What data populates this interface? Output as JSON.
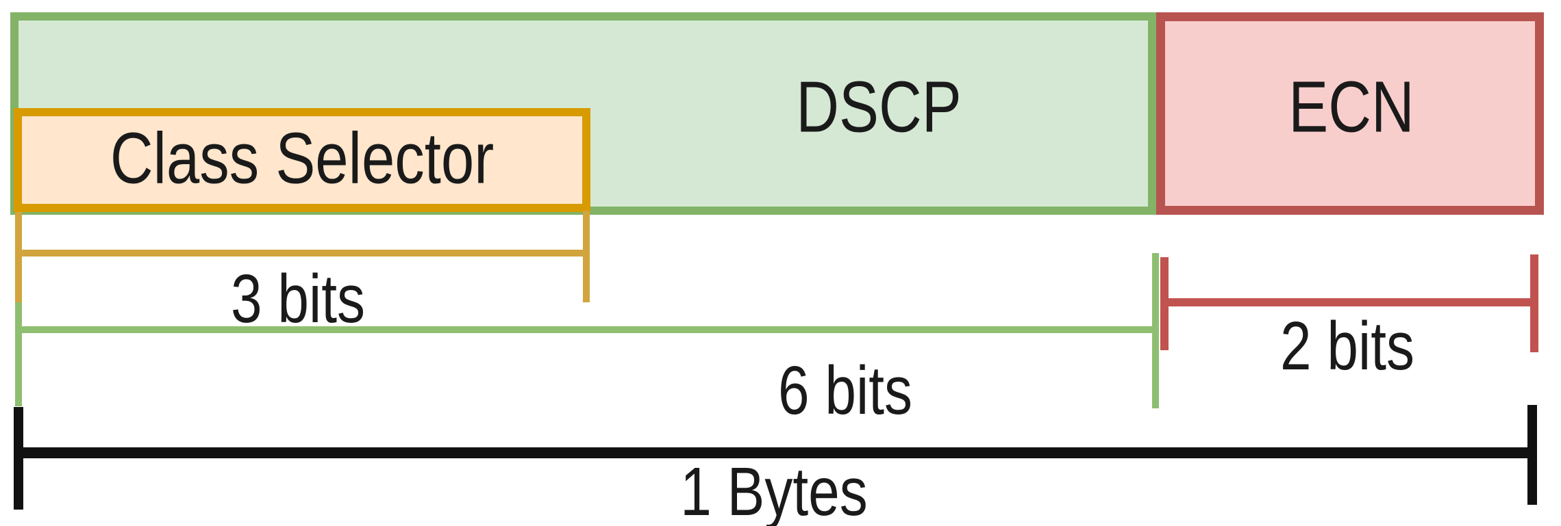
{
  "boxes": {
    "dscp": {
      "label": "DSCP",
      "fill": "#d5e8d4",
      "stroke": "#82b366"
    },
    "ecn": {
      "label": "ECN",
      "fill": "#f8cecc",
      "stroke": "#b85450"
    },
    "class_selector": {
      "label": "Class Selector",
      "fill": "#ffe6cc",
      "stroke": "#d79b00"
    }
  },
  "measurements": {
    "class_selector": {
      "label": "3 bits",
      "color": "#d1a43e"
    },
    "dscp": {
      "label": "6 bits",
      "color": "#8ebe70"
    },
    "ecn": {
      "label": "2 bits",
      "color": "#c0534f"
    },
    "total": {
      "label": "1 Bytes",
      "color": "#111111"
    }
  },
  "colors": {
    "background": "#ffffff",
    "text": "#1a1a1a"
  }
}
